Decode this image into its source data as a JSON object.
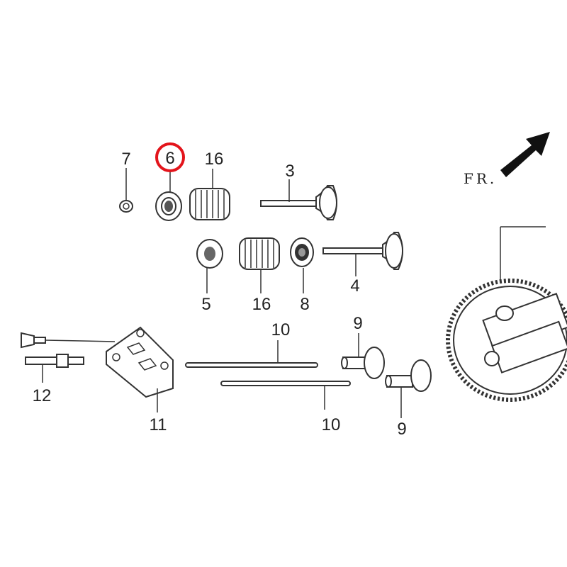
{
  "diagram": {
    "labels": {
      "p7": "7",
      "p6": "6",
      "p16a": "16",
      "p3": "3",
      "p5": "5",
      "p16b": "16",
      "p8": "8",
      "p4": "4",
      "p10a": "10",
      "p10b": "10",
      "p9a": "9",
      "p9b": "9",
      "p12": "12",
      "p11": "11"
    },
    "front_marker": "FR.",
    "highlighted_part": "6",
    "highlight_color": "#e3141b"
  }
}
